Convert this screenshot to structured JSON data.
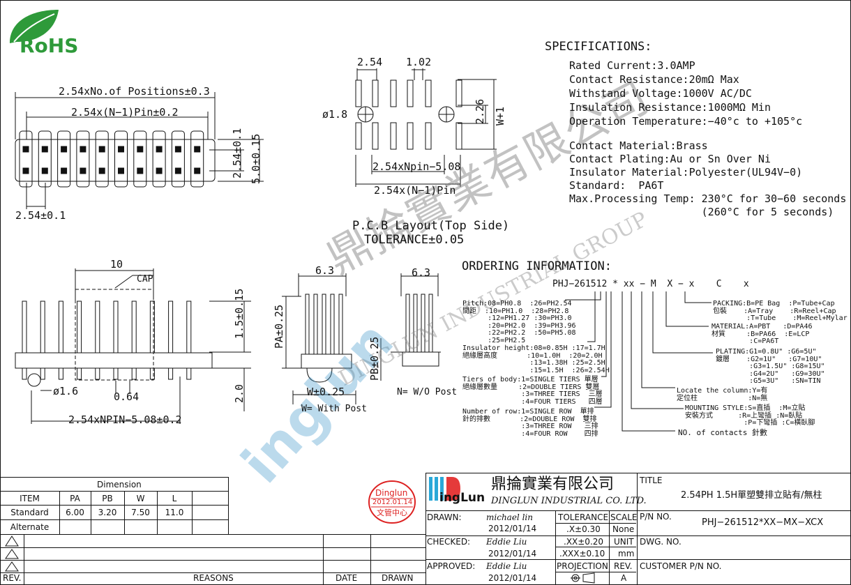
{
  "logo": {
    "text": "RoHS"
  },
  "top_view": {
    "dim_overall": "2.54xNo.of Positions±0.3",
    "dim_pin": "2.54x(N−1)Pin±0.2",
    "dim_row": "2.54±0.1",
    "dim_height": "5.0±0.15",
    "dim_pitch": "2.54±0.1"
  },
  "pcb": {
    "d254": "2.54",
    "d102": "1.02",
    "d18": "ø1.8",
    "d226": "2.26",
    "dw1": "W+1",
    "dnpin": "2.54xNpin−5.08",
    "dn1": "2.54x(N−1)Pin",
    "title1": "P.C.B Layout(Top Side)",
    "title2": "TOLERANCE±0.05"
  },
  "side_view": {
    "d10": "10",
    "cap": "CAP",
    "d15": "1.5±0.15",
    "d20": "2.0",
    "d16": "ø1.6",
    "d064": "0.64",
    "dnpin": "2.54xNPIN−5.08±0.2"
  },
  "end_view1": {
    "d63": "6.3",
    "pa": "PA±0.25",
    "w": "W±0.25",
    "caption": "W= With Post"
  },
  "end_view2": {
    "d63": "6.3",
    "pb": "PB±0.25",
    "caption": "N= W/O Post"
  },
  "specs": {
    "heading": "SPECIFICATIONS:",
    "lines": [
      "Rated Current:3.0AMP",
      "Contact Resistance:20mΩ Max",
      "Withstand Voltage:1000V AC/DC",
      "Insulation Resistance:1000MΩ Min",
      "Operation Temperature:−40°c to +105°c"
    ],
    "lines2": [
      "Contact Material:Brass",
      "Contact Plating:Au or Sn Over Ni",
      "Insulator Material:Polyester(UL94V−0)",
      "Standard:  PA6T",
      "Max.Processing Temp: 230°C for 30−60 seconds",
      "                     (260°C for 5 seconds)"
    ]
  },
  "ordering": {
    "heading": "ORDERING INFORMATION:",
    "code": "PHJ−261512 * xx − M  X − x    C    x",
    "pitch": [
      "Pitch:08=PH0.8  :26=PH2.54",
      "間距  :10=PH1.0  :28=PH2.8",
      "      :12=PH1.27 :30=PH3.0",
      "      :20=PH2.0  :39=PH3.96",
      "      :22=PH2.2  :50=PH5.08",
      "      :25=PH2.5"
    ],
    "insulator": [
      "Insulator height:08=0.85H :17=1.7H",
      "絕緣層高度       :10=1.0H  :20=2.0H",
      "                :13=1.38H :25=2.5H",
      "                :15=1.5H  :26=2.54H"
    ],
    "tiers": [
      "Tiers of body:1=SINGLE TIERS 單層",
      "絕緣層數量     :2=DOUBLE TIERS 雙層",
      "              :3=THREE TIERS  三層",
      "              :4=FOUR TIERS   四層"
    ],
    "rows": [
      "Number of row:1=SINGLE ROW  單排",
      "針的排數       :2=DOUBLE ROW  雙排",
      "              :3=THREE ROW   三排",
      "              :4=FOUR ROW    四排"
    ],
    "packing": [
      "PACKING:B=PE Bag  :P=Tube+Cap",
      "包裝    :A=Tray    :R=Reel+Cap",
      "        :T=Tube    :M=Reel+Mylar"
    ],
    "material": [
      "MATERIAL:A=PBT   :D=PA46",
      "材質     :B=PA66  :E=LCP",
      "         :C=PA6T"
    ],
    "plating": [
      "PLATING:G1=0.8U\" :G6=5U\"",
      "鍍層    :G2=1U\"   :G7=10U\"",
      "        :G3=1.5U\" :G8=15U\"",
      "        :G4=2U\"   :G9=30U\"",
      "        :G5=3U\"   :SN=TIN"
    ],
    "locate": [
      "Locate the column:Y=有",
      "定位柱            :N=無"
    ],
    "mounting": [
      "MOUNTING STYLE:S=直插  :M=立貼",
      "安裝方式      :R=上彎插 :N=臥貼",
      "              :P=下彎插 :C=橫臥腳"
    ],
    "contacts": "NO. of contacts 針數"
  },
  "watermark": {
    "cn": "鼎掄實業有限公司",
    "en": "DINGLUN INDUSTRIAL GROUP",
    "brand": "inglun"
  },
  "dimension_table": {
    "title": "Dimension",
    "headers": [
      "ITEM",
      "PA",
      "PB",
      "W",
      "L"
    ],
    "rows": [
      [
        "Standard",
        "6.00",
        "3.20",
        "7.50",
        "11.0"
      ],
      [
        "Alternate",
        "",
        "",
        "",
        ""
      ]
    ]
  },
  "revisions": {
    "rev": "REV.",
    "reasons": "REASONS",
    "date": "DATE",
    "drawn": "DRAWN"
  },
  "stamp": {
    "top": "Dinglun",
    "date": "2012.01.14",
    "bottom": "文管中心"
  },
  "titleblock": {
    "company_cn": "鼎掄實業有限公司",
    "company_en": "DINGLUN INDUSTRIAL CO. LTD.",
    "brand": "ingLun",
    "drawn_label": "DRAWN:",
    "drawn_by": "michael lin",
    "drawn_date": "2012/01/14",
    "checked_label": "CHECKED:",
    "checked_by": "Eddie Liu",
    "checked_date": "2012/01/14",
    "approved_label": "APPROVED:",
    "approved_by": "Eddie Liu",
    "approved_date": "2012/01/14",
    "tolerance_label": "TOLERANCE",
    "tol1": ".X±0.30",
    "tol2": ".XX±0.20",
    "tol3": ".XXX±0.10",
    "scale_label": "SCALE",
    "scale_val": "None",
    "unit_label": "UNIT",
    "unit_val": "mm",
    "projection_label": "PROJECTION",
    "rev_label": "REV.",
    "rev_val": "A",
    "title_label": "TITLE",
    "title_val": "2.54PH 1.5H單塑雙排立貼有/無柱",
    "pn_label": "P/N NO.",
    "pn_val": "PHJ−261512*XX−MX−XCX",
    "dwg_label": "DWG. NO.",
    "customer_label": "CUSTOMER P/N NO."
  }
}
